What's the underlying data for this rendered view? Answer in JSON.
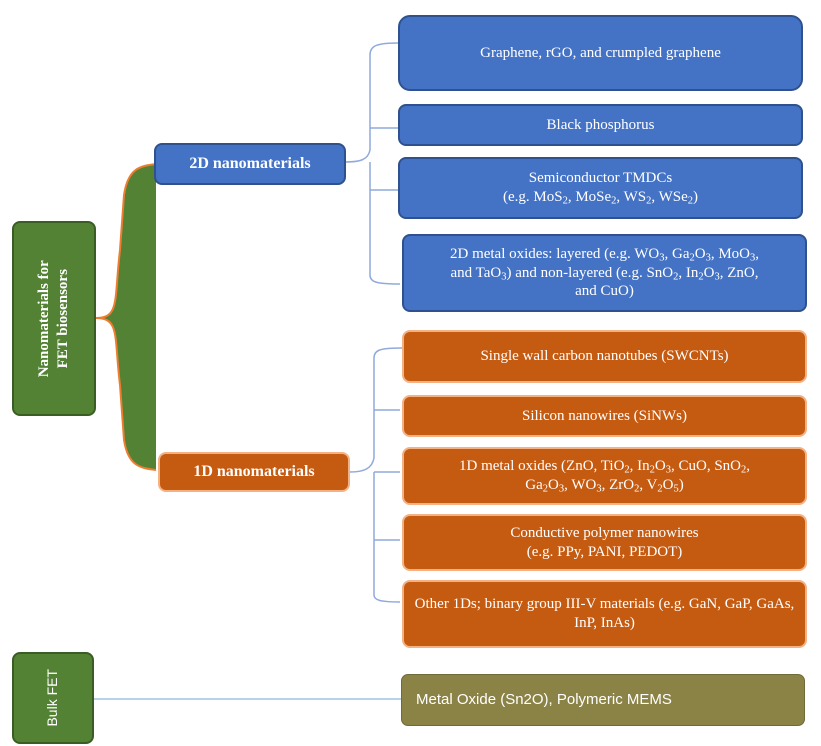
{
  "root": {
    "line1": "Nanomaterials for",
    "line2": "FET biosensors"
  },
  "categories": {
    "two_d": "2D nanomaterials",
    "one_d": "1D nanomaterials",
    "bulk": "Bulk FET"
  },
  "two_d_items": {
    "graphene": "Graphene, rGO, and crumpled graphene",
    "black_p": "Black phosphorus",
    "tmdc_title": "Semiconductor TMDCs",
    "tmdc_examples": "(e.g. MoS2, MoSe2, WS2, WSe2)",
    "oxides": "2D metal oxides: layered (e.g. WO3, Ga2O3, MoO3, and TaO3) and non-layered (e.g. SnO2, In2O3, ZnO, and CuO)"
  },
  "one_d_items": {
    "swcnt": "Single wall carbon nanotubes (SWCNTs)",
    "sinw": "Silicon nanowires (SiNWs)",
    "oxides": "1D metal oxides (ZnO, TiO2, In2O3, CuO, SnO2, Ga2O3, WO3, ZrO2, V2O5)",
    "polymer_title": "Conductive polymer nanowires",
    "polymer_examples": "(e.g. PPy, PANI, PEDOT)",
    "other": "Other 1Ds; binary group III-V materials (e.g. GaN, GaP, GaAs, InP, InAs)"
  },
  "bulk_item": "Metal Oxide (Sn2O), Polymeric MEMS",
  "colors": {
    "blue": "#4472c4",
    "orange": "#c55a11",
    "green": "#548235",
    "olive": "#8b8246"
  }
}
